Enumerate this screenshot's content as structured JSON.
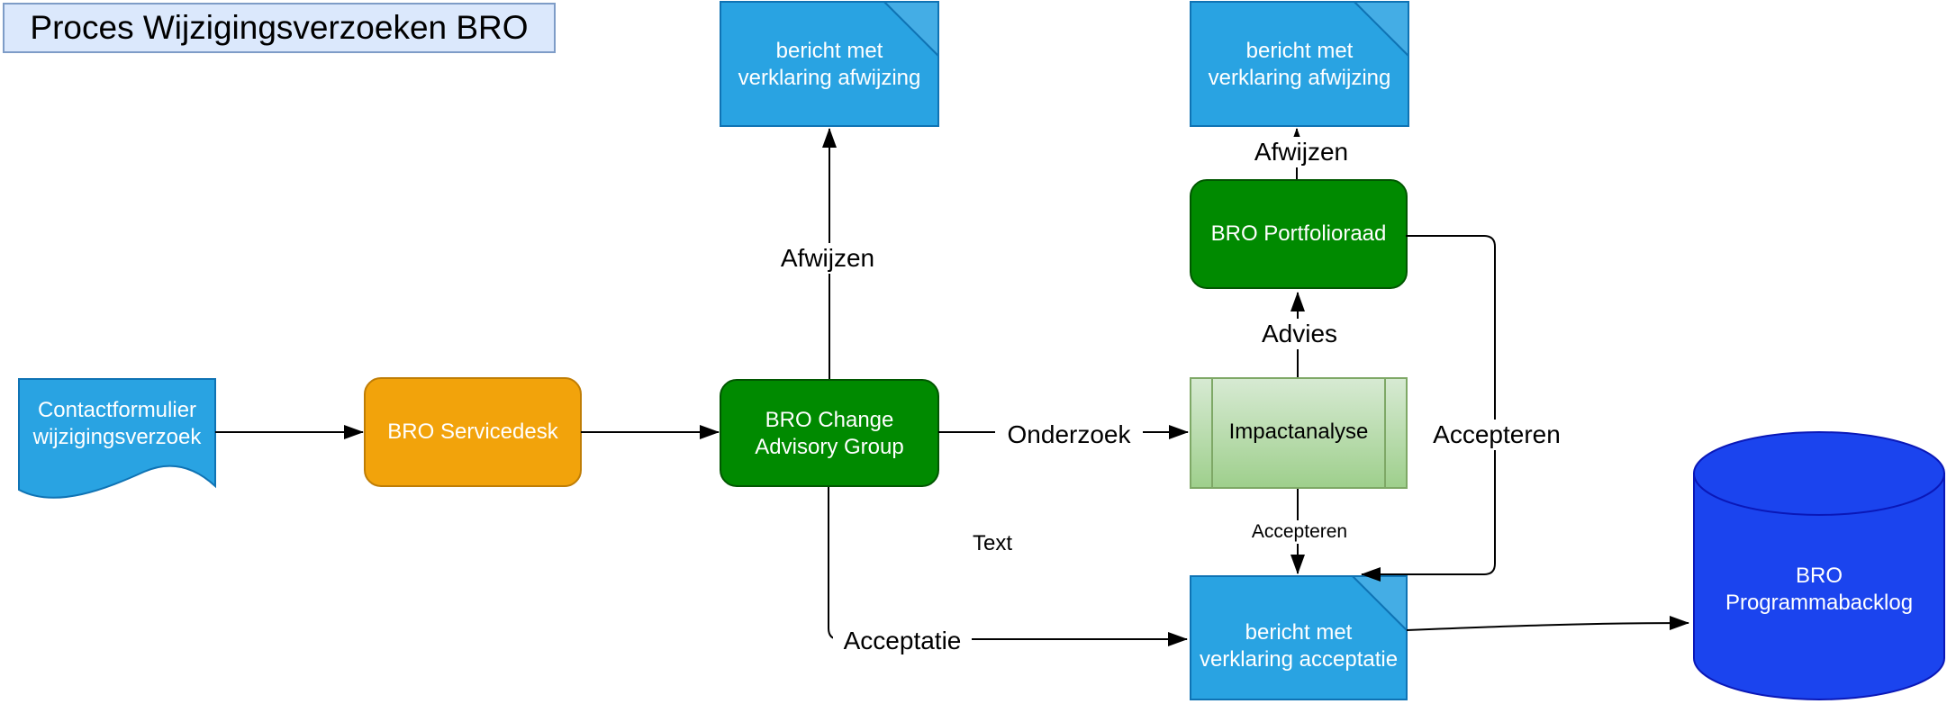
{
  "title": "Proces Wijzigingsverzoeken BRO",
  "nodes": {
    "contactformulier": {
      "label": "Contactformulier\nwijzigingsverzoek",
      "type": "document"
    },
    "servicedesk": {
      "label": "BRO Servicedesk",
      "type": "process"
    },
    "change_advisory_group": {
      "label": "BRO Change\nAdvisory Group",
      "type": "process"
    },
    "bericht_afwijzing_1": {
      "label": "bericht met\nverklaring afwijzing",
      "type": "note"
    },
    "bericht_afwijzing_2": {
      "label": "bericht met\nverklaring afwijzing",
      "type": "note"
    },
    "portfolioraad": {
      "label": "BRO Portfolioraad",
      "type": "process"
    },
    "impactanalyse": {
      "label": "Impactanalyse",
      "type": "subprocess"
    },
    "bericht_acceptatie": {
      "label": "bericht met\nverklaring acceptatie",
      "type": "note"
    },
    "programmabacklog": {
      "label": "BRO\nProgrammabacklog",
      "type": "database"
    }
  },
  "edge_labels": {
    "afwijzen_cag": "Afwijzen",
    "afwijzen_portfolioraad": "Afwijzen",
    "onderzoek": "Onderzoek",
    "advies": "Advies",
    "accepteren_portfolioraad": "Accepteren",
    "accepteren_impactanalyse": "Accepteren",
    "acceptatie": "Acceptatie",
    "text_placeholder": "Text"
  },
  "colors": {
    "canvas_bg": "#ffffff",
    "line": "#000000",
    "text_dark": "#000000",
    "text_light": "#ffffff",
    "title_bg": "#dbe8fc",
    "title_border": "#7e9cc7",
    "doc_blue": "#29a3e2",
    "doc_blue_border": "#0f73b4",
    "doc_flap": "#44ade5",
    "orange": "#f2a30b",
    "orange_border": "#bf7d05",
    "green": "#008a00",
    "green_border": "#015701",
    "impact_top": "#d7ead3",
    "impact_bottom": "#9ecf8c",
    "impact_border": "#7ea866",
    "cylinder_blue": "#1b44ee",
    "cylinder_border": "#0a18b8"
  }
}
